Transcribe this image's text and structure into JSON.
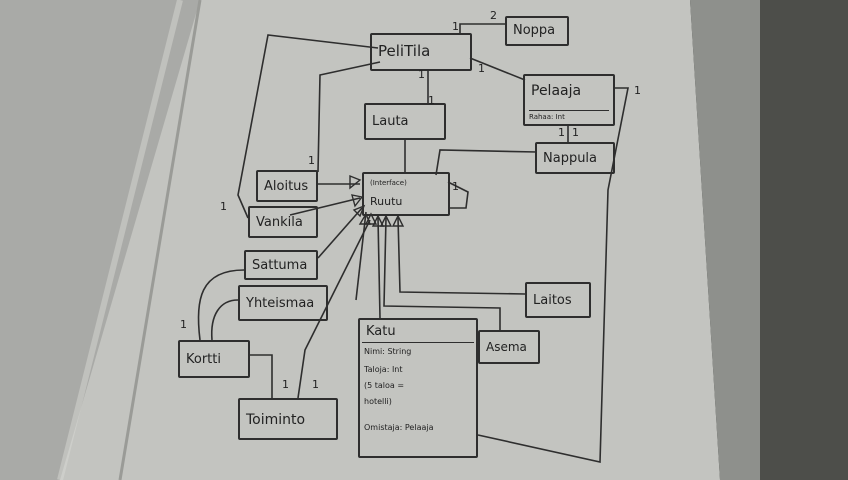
{
  "classes": {
    "noppa": "Noppa",
    "pelitila": "PeliTila",
    "pelaaja": "Pelaaja",
    "pelaaja_sub": "Rahaa: Int",
    "lauta": "Lauta",
    "nappula": "Nappula",
    "ruutu_line1": "(Interface)",
    "ruutu_line2": "Ruutu",
    "aloitus": "Aloitus",
    "vankila": "Vankila",
    "sattuma": "Sattuma",
    "yhteismaa": "Yhteismaa",
    "laitos": "Laitos",
    "katu": "Katu",
    "asema": "Asema",
    "kortti": "Kortti",
    "toiminto": "Toiminto"
  },
  "katu_attributes": [
    "Nimi: String",
    "Taloja: Int",
    "(5 taloa =",
    "hotelli)",
    "Omistaja: Pelaaja"
  ],
  "multiplicities": {
    "noppa": "2",
    "pelitila_noppa": "1",
    "pelitila_lauta": "1",
    "lauta_top": "1",
    "pelitila_pelaaja": "1",
    "pelaaja_a": "1",
    "pelaaja_b": "1",
    "pelaaja_right": "1",
    "aloitus": "1",
    "vankila": "1",
    "ruutu_self": "1",
    "kortti": "1",
    "toiminto_a": "1",
    "toiminto_b": "1"
  }
}
